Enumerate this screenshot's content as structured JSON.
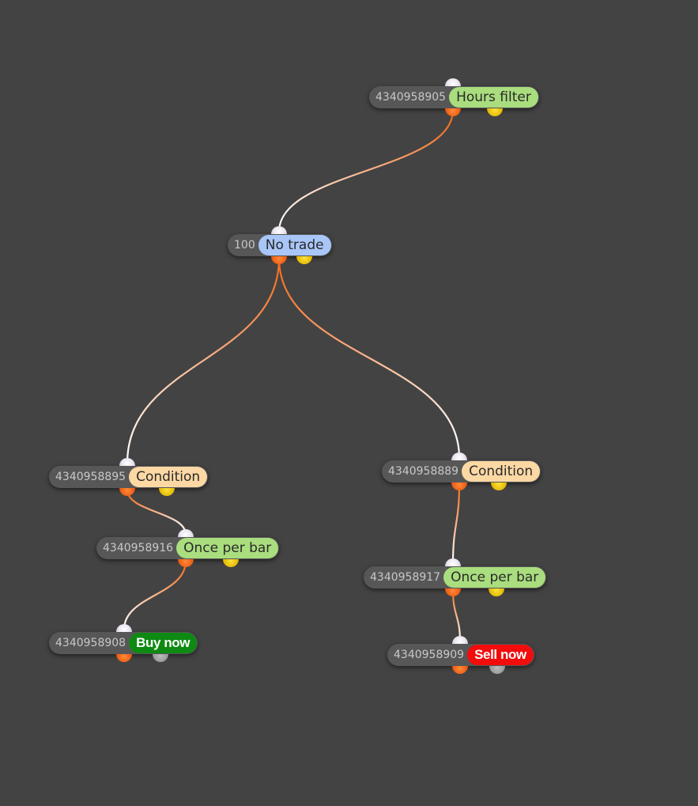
{
  "colors": {
    "background": "#434343",
    "node_body": "#575757",
    "link_start": "#f26a1b",
    "link_end": "#ffffff",
    "port_in": "#e8e0ee",
    "port_out": "#e8560e",
    "port_side": "#e0b800",
    "port_side_grey": "#969696"
  },
  "nodes": [
    {
      "key": "n905",
      "id": "4340958905",
      "label": "Hours filter",
      "label_bg": "#a9dd7e",
      "side_port": "yellow",
      "bold": false
    },
    {
      "key": "n100",
      "id": "100",
      "label": "No trade",
      "label_bg": "#a8c6f8",
      "side_port": "yellow",
      "bold": false
    },
    {
      "key": "n895",
      "id": "4340958895",
      "label": "Condition",
      "label_bg": "#fcd8a4",
      "side_port": "yellow",
      "bold": false
    },
    {
      "key": "n889",
      "id": "4340958889",
      "label": "Condition",
      "label_bg": "#fcd8a4",
      "side_port": "yellow",
      "bold": false
    },
    {
      "key": "n916",
      "id": "4340958916",
      "label": "Once per bar",
      "label_bg": "#a9dd7e",
      "side_port": "yellow",
      "bold": false
    },
    {
      "key": "n917",
      "id": "4340958917",
      "label": "Once per bar",
      "label_bg": "#a9dd7e",
      "side_port": "yellow",
      "bold": false
    },
    {
      "key": "n908",
      "id": "4340958908",
      "label": "Buy now",
      "label_bg": "#0e8a12",
      "side_port": "grey",
      "bold": true
    },
    {
      "key": "n909",
      "id": "4340958909",
      "label": "Sell now",
      "label_bg": "#f20c0c",
      "side_port": "grey",
      "bold": true
    }
  ],
  "links": [
    {
      "from": "n905",
      "to": "n100"
    },
    {
      "from": "n100",
      "to": "n895"
    },
    {
      "from": "n100",
      "to": "n889"
    },
    {
      "from": "n895",
      "to": "n916"
    },
    {
      "from": "n916",
      "to": "n908"
    },
    {
      "from": "n889",
      "to": "n917"
    },
    {
      "from": "n917",
      "to": "n909"
    }
  ]
}
